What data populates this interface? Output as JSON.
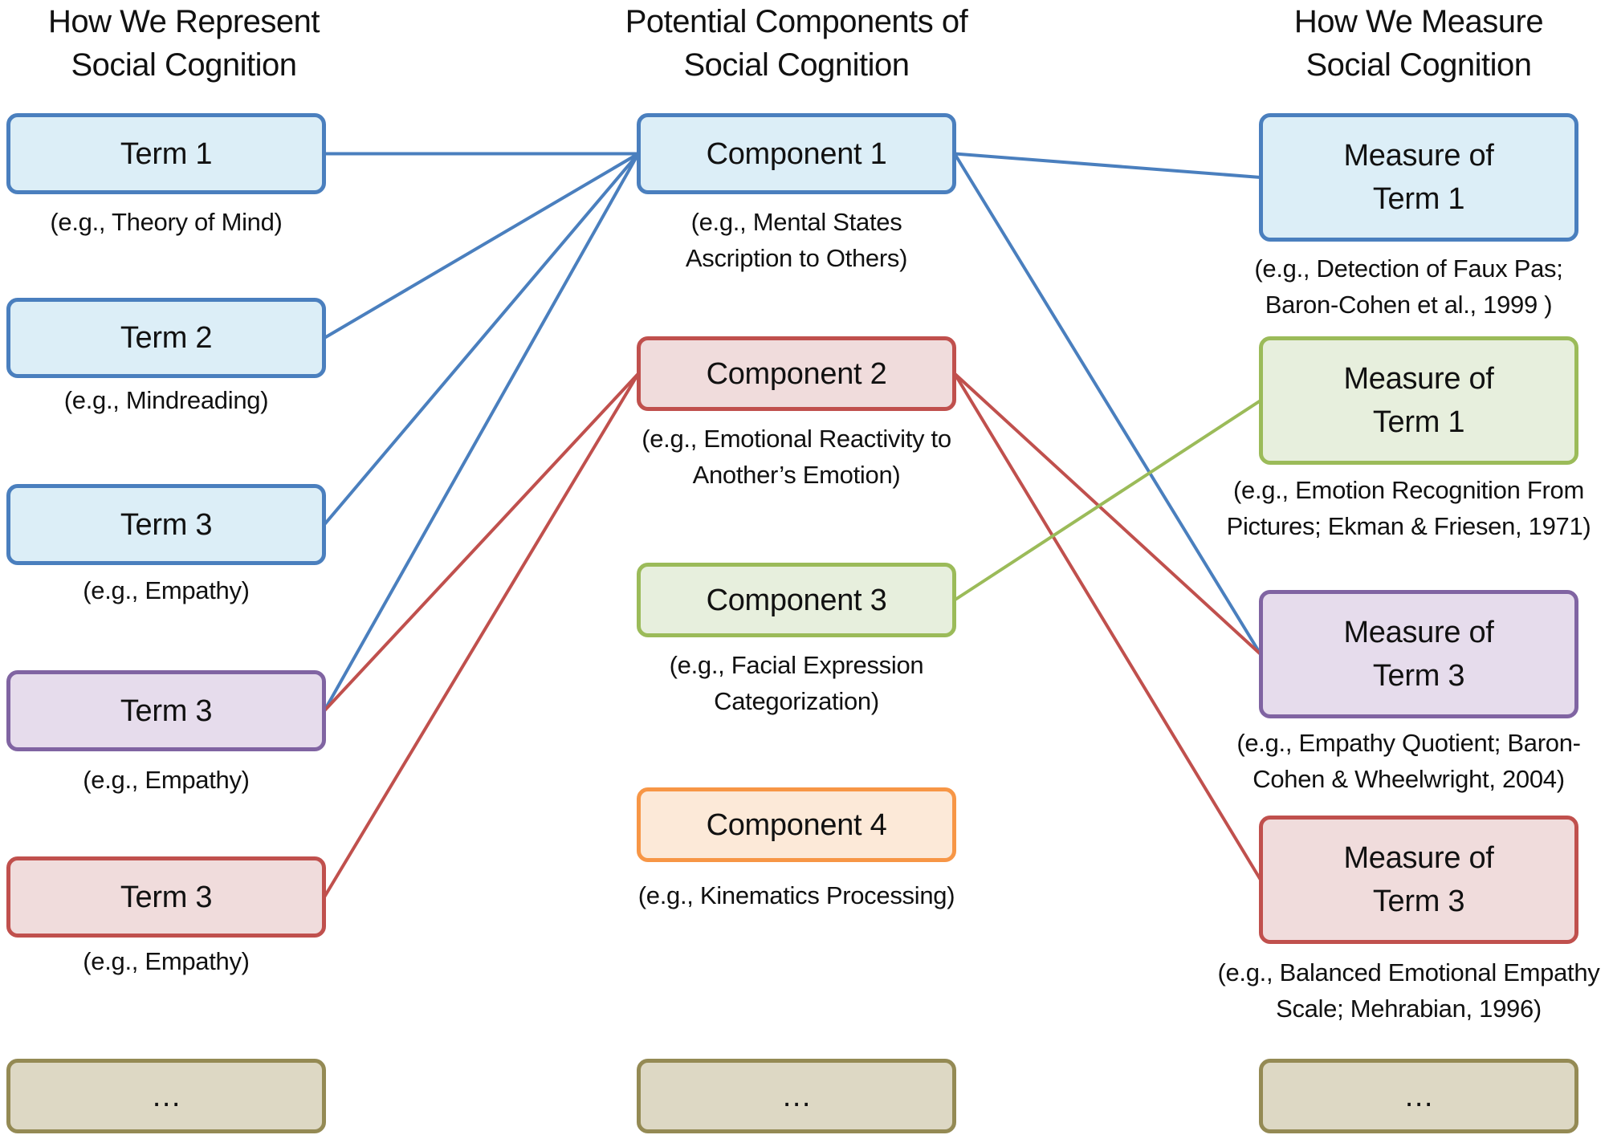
{
  "headings": {
    "left": [
      "How We Represent",
      "Social Cognition"
    ],
    "middle": [
      "Potential Components of",
      "Social Cognition"
    ],
    "right": [
      "How We Measure",
      "Social Cognition"
    ]
  },
  "terms": [
    {
      "label": "Term 1",
      "example": [
        "(e.g., Theory of Mind)"
      ],
      "color": "#4a7fbe"
    },
    {
      "label": "Term 2",
      "example": [
        "(e.g., Mindreading)"
      ],
      "color": "#4a7fbe"
    },
    {
      "label": "Term 3",
      "example": [
        "(e.g., Empathy)"
      ],
      "color": "#4a7fbe"
    },
    {
      "label": "Term 3",
      "example": [
        "(e.g., Empathy)"
      ],
      "color": "#8064a2"
    },
    {
      "label": "Term 3",
      "example": [
        "(e.g., Empathy)"
      ],
      "color": "#c0504d"
    }
  ],
  "components": [
    {
      "label": "Component 1",
      "example": [
        "(e.g., Mental States",
        "Ascription to Others)"
      ],
      "color": "#4a7fbe"
    },
    {
      "label": "Component 2",
      "example": [
        "(e.g., Emotional Reactivity to",
        "Another’s Emotion)"
      ],
      "color": "#c0504d"
    },
    {
      "label": "Component 3",
      "example": [
        "(e.g., Facial Expression",
        "Categorization)"
      ],
      "color": "#9bbb59"
    },
    {
      "label": "Component 4",
      "example": [
        "(e.g., Kinematics Processing)"
      ],
      "color": "#f79646"
    }
  ],
  "measures": [
    {
      "label": [
        "Measure of",
        "Term 1"
      ],
      "example": [
        "(e.g., Detection of Faux Pas;",
        "Baron-Cohen et al., 1999 )"
      ],
      "color": "#4a7fbe"
    },
    {
      "label": [
        "Measure of",
        "Term 1"
      ],
      "example": [
        "(e.g., Emotion Recognition From",
        "Pictures; Ekman & Friesen, 1971)"
      ],
      "color": "#9bbb59"
    },
    {
      "label": [
        "Measure of",
        "Term 3"
      ],
      "example": [
        "(e.g., Empathy Quotient; Baron-",
        "Cohen & Wheelwright, 2004)"
      ],
      "color": "#8064a2"
    },
    {
      "label": [
        "Measure of",
        "Term 3"
      ],
      "example": [
        "(e.g., Balanced Emotional Empathy",
        "Scale; Mehrabian, 1996)"
      ],
      "color": "#c0504d"
    }
  ],
  "ellipsis": "…",
  "connections": [
    {
      "from": "term-1",
      "to": "component-1",
      "color": "#4a7fbe"
    },
    {
      "from": "term-2",
      "to": "component-1",
      "color": "#4a7fbe"
    },
    {
      "from": "term-3a",
      "to": "component-1",
      "color": "#4a7fbe"
    },
    {
      "from": "term-3b",
      "to": "component-1",
      "color": "#4a7fbe"
    },
    {
      "from": "term-3b",
      "to": "component-2",
      "color": "#c0504d"
    },
    {
      "from": "term-3c",
      "to": "component-2",
      "color": "#c0504d"
    },
    {
      "from": "component-1",
      "to": "measure-1a",
      "color": "#4a7fbe"
    },
    {
      "from": "component-1",
      "to": "measure-3a",
      "color": "#4a7fbe"
    },
    {
      "from": "component-2",
      "to": "measure-3a",
      "color": "#c0504d"
    },
    {
      "from": "component-2",
      "to": "measure-3b",
      "color": "#c0504d"
    },
    {
      "from": "component-3",
      "to": "measure-1b",
      "color": "#9bbb59"
    }
  ]
}
